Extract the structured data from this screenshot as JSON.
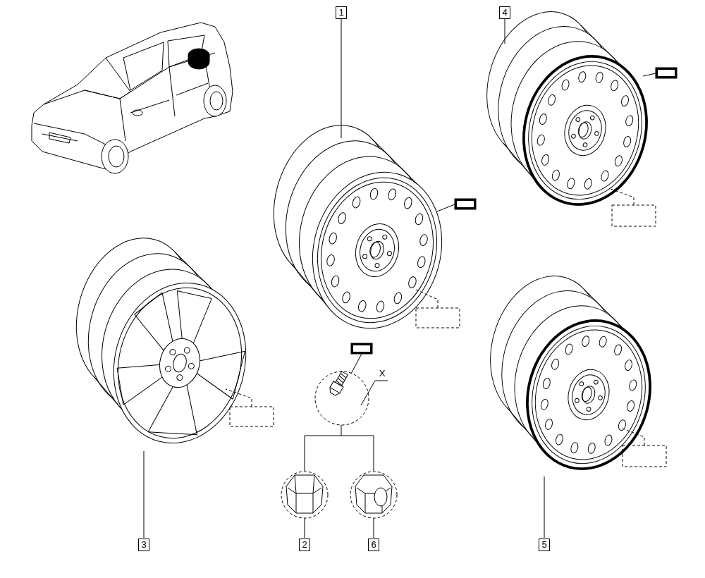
{
  "diagram": {
    "labels": [
      "1",
      "4",
      "X",
      "3",
      "2",
      "6",
      "5"
    ]
  }
}
